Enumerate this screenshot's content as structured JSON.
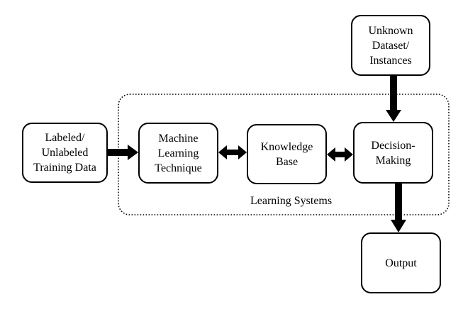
{
  "nodes": {
    "training_data": {
      "label": "Labeled/\nUnlabeled\nTraining Data"
    },
    "ml_technique": {
      "label": "Machine\nLearning\nTechnique"
    },
    "knowledge_base": {
      "label": "Knowledge\nBase"
    },
    "decision_making": {
      "label": "Decision-\nMaking"
    },
    "unknown_dataset": {
      "label": "Unknown\nDataset/\nInstances"
    },
    "output": {
      "label": "Output"
    }
  },
  "group": {
    "label": "Learning Systems"
  },
  "edges": [
    {
      "from": "training_data",
      "to": "ml_technique",
      "direction": "forward"
    },
    {
      "from": "ml_technique",
      "to": "knowledge_base",
      "direction": "both"
    },
    {
      "from": "knowledge_base",
      "to": "decision_making",
      "direction": "both"
    },
    {
      "from": "unknown_dataset",
      "to": "decision_making",
      "direction": "forward"
    },
    {
      "from": "decision_making",
      "to": "output",
      "direction": "forward"
    }
  ]
}
